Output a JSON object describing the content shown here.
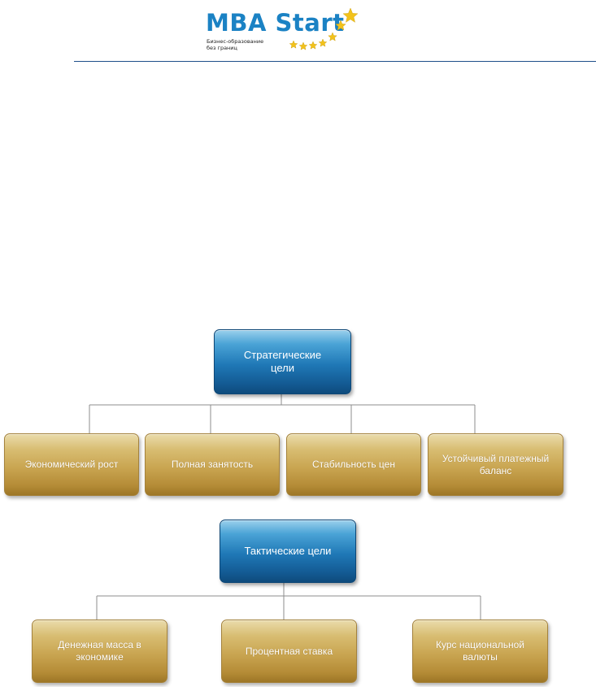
{
  "logo": {
    "brand": "MBA Start",
    "tagline_line1": "Бизнес-образование",
    "tagline_line2": "без границ",
    "star_icon": "star-icon",
    "star_color": "#f2c21b"
  },
  "diagram": {
    "strategic": {
      "title": "Стратегические цели",
      "goals": [
        "Экономический рост",
        "Полная занятость",
        "Стабильность цен",
        "Устойчивый платежный баланс"
      ]
    },
    "tactical": {
      "title": "Тактические цели",
      "goals": [
        "Денежная масса в экономике",
        "Процентная ставка",
        "Курс национальной валюты"
      ]
    }
  },
  "colors": {
    "brand_blue": "#1b82c4",
    "node_blue": "#1f78b6",
    "node_gold": "#c9a551",
    "connector": "#8c8c8c"
  }
}
